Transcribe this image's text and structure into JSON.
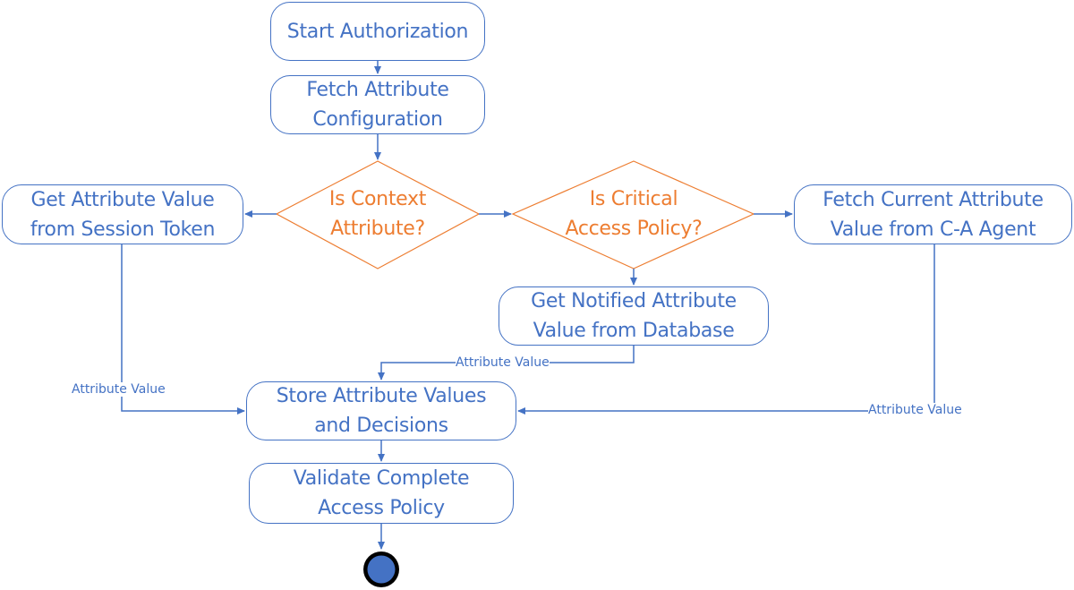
{
  "nodes": {
    "start": "Start Authorization",
    "fetch_config": "Fetch Attribute\nConfiguration",
    "get_session": "Get Attribute Value\nfrom Session Token",
    "fetch_agent": "Fetch Current Attribute\nValue from C-A Agent",
    "get_notified": "Get Notified Attribute\nValue from Database",
    "store": "Store Attribute Values\nand Decisions",
    "validate": "Validate Complete\nAccess Policy"
  },
  "decisions": {
    "is_context": "Is Context\nAttribute?",
    "is_critical": "Is Critical\nAccess Policy?"
  },
  "edge_labels": {
    "from_session": "Attribute Value",
    "from_database": "Attribute Value",
    "from_agent": "Attribute Value"
  },
  "colors": {
    "flow_blue": "#4472c4",
    "decision_orange": "#ed7d31",
    "end_fill": "#4472c4",
    "end_ring": "#000000"
  }
}
